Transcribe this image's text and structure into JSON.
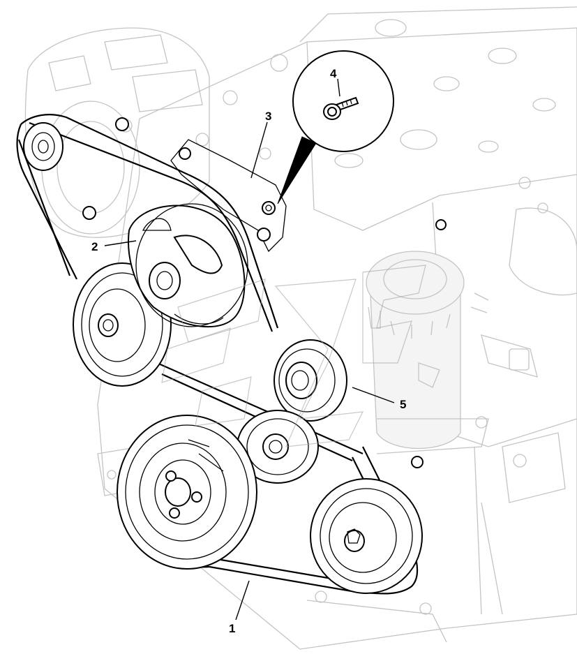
{
  "callouts": {
    "c1": "1",
    "c2": "2",
    "c3": "3",
    "c4": "4",
    "c5": "5"
  },
  "colors": {
    "line": "#000000",
    "ghost": "#c4c4c4",
    "background": "#ffffff"
  }
}
